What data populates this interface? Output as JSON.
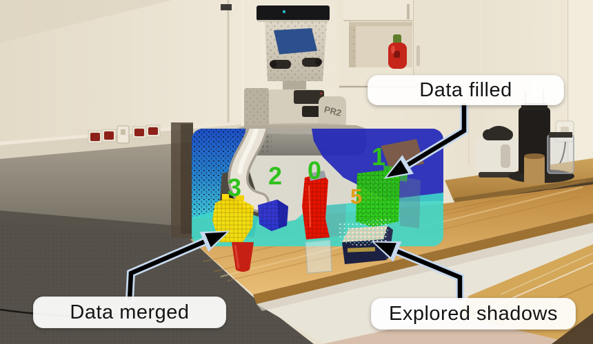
{
  "figure": {
    "callouts": {
      "data_filled": "Data filled",
      "data_merged": "Data merged",
      "explored_shadows": "Explored shadows"
    },
    "segment_labels": [
      {
        "id": "3",
        "color": "#2fc11c"
      },
      {
        "id": "2",
        "color": "#2fc11c"
      },
      {
        "id": "0",
        "color": "#2fc11c"
      },
      {
        "id": "1",
        "color": "#2fc11c"
      },
      {
        "id": "5",
        "color": "#dda018"
      }
    ],
    "robot_logo": "PR2",
    "palette": {
      "overlay_table_plane": "#3ed8c8",
      "cloud_blue_region": "#2328b8",
      "cloud_left_top": "#1d4ec6",
      "cloud_left_bottom": "#41ccd8",
      "object_yellow": "#ffdf06",
      "object_cube_blue": "#2a2fd0",
      "object_red": "#e61400",
      "object_green": "#2ed00e",
      "arrow_color": "#000000",
      "arrow_outline": "#c6d9ee",
      "callout_background": "rgba(255,255,255,0.93)",
      "table_wood": "#c89143"
    }
  }
}
